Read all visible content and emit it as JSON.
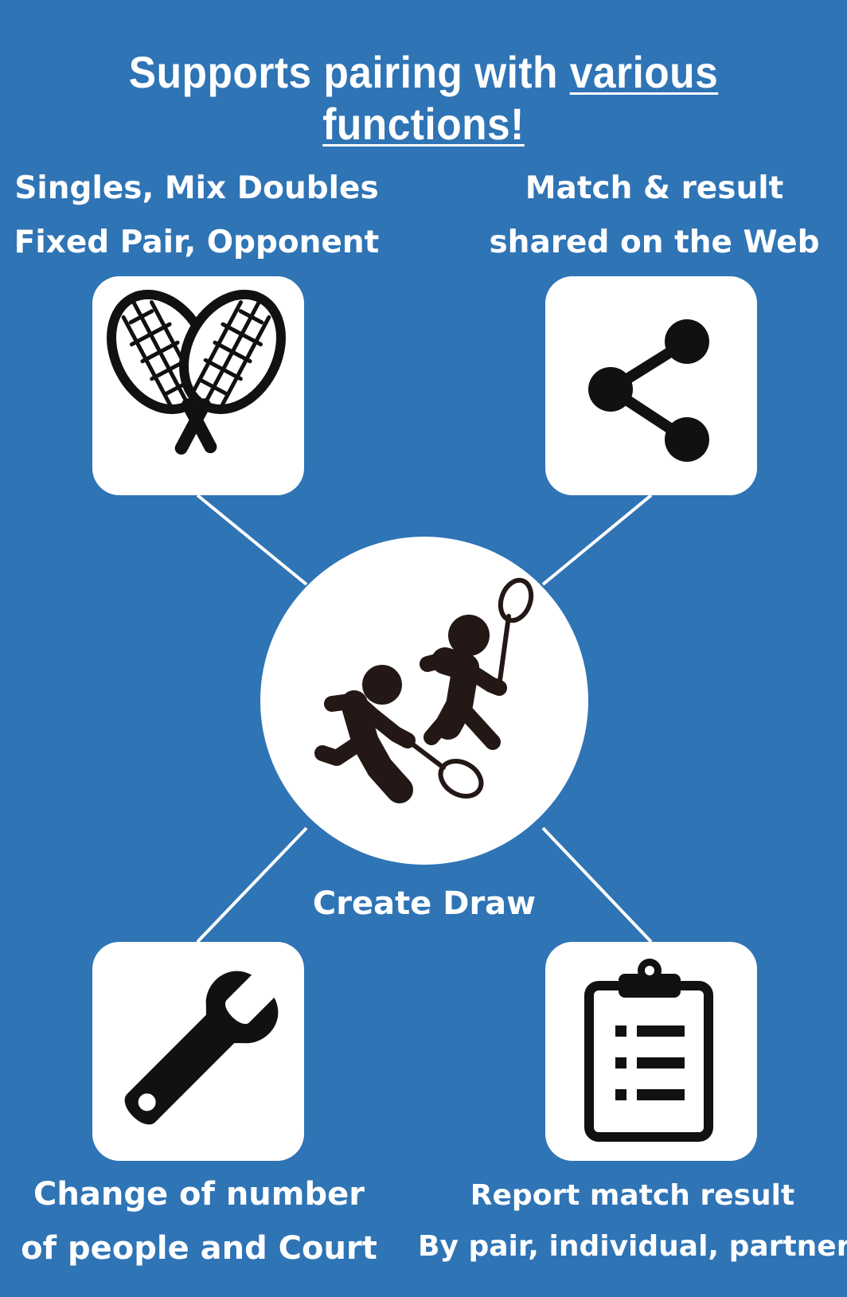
{
  "title": {
    "prefix": "Supports pairing with ",
    "highlight": "various functions!"
  },
  "features": {
    "top_left": {
      "line1": "Singles, Mix Doubles",
      "line2": "Fixed Pair, Opponent",
      "icon": "tennis-rackets-icon"
    },
    "top_right": {
      "line1": "Match & result",
      "line2": "shared on the Web",
      "icon": "share-icon"
    },
    "bottom_left": {
      "line1": "Change of number",
      "line2": "of people and Court",
      "icon": "wrench-icon"
    },
    "bottom_right": {
      "line1": "Report match result",
      "line2": "By pair, individual, partner",
      "icon": "clipboard-list-icon"
    }
  },
  "center": {
    "label": "Create Draw",
    "icon": "badminton-players-icon"
  },
  "colors": {
    "background": "#2f74b5",
    "tile": "#ffffff",
    "icon": "#111111"
  }
}
